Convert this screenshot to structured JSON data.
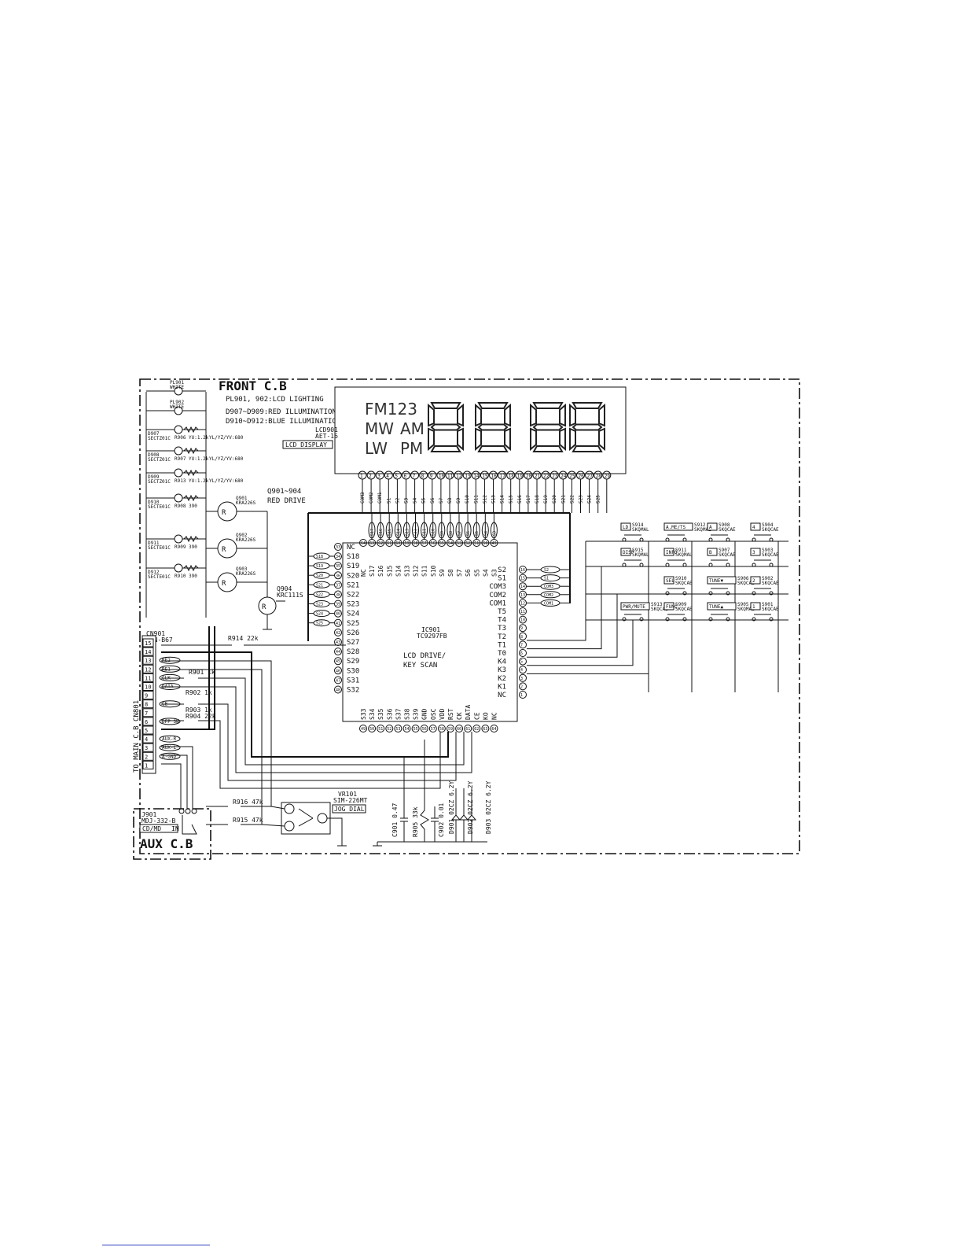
{
  "boards": {
    "front": "FRONT C.B",
    "aux": "AUX C.B",
    "to_main": "TO MAIN C.B CN801"
  },
  "notes": {
    "lighting": "PL901, 902:LCD LIGHTING",
    "red": "D907~D909:RED ILLUMINATION",
    "blue": "D910~D912:BLUE ILLUMINATION",
    "red_drive_ref": "Q901~904",
    "red_drive_label": "RED DRIVE"
  },
  "lcd": {
    "ref": "LCD901",
    "part": "AET-16",
    "label": "LCD DISPLAY",
    "text_rows": [
      [
        "FM123",
        ""
      ],
      [
        "MW",
        "AM"
      ],
      [
        "LW",
        "PM"
      ]
    ],
    "pins": [
      "1",
      "2",
      "3",
      "4",
      "5",
      "6",
      "7",
      "8",
      "9",
      "10",
      "11",
      "12",
      "13",
      "14",
      "15",
      "16",
      "17",
      "18",
      "19",
      "20",
      "21",
      "22",
      "23",
      "24",
      "25",
      "26",
      "27",
      "28",
      "29"
    ],
    "pin_signals": [
      "COM3",
      "COM2",
      "COM1",
      "S1",
      "S2",
      "S3",
      "S4",
      "S5",
      "S6",
      "S7",
      "S8",
      "S9",
      "S10",
      "S11",
      "S12",
      "S13",
      "S14",
      "S15",
      "S16",
      "S17",
      "S18",
      "S19",
      "S20",
      "S21",
      "S22",
      "S23",
      "S24",
      "S25"
    ]
  },
  "ic": {
    "ref": "IC901",
    "part": "TC9297FB",
    "function_line1": "LCD DRIVE/",
    "function_line2": "KEY SCAN",
    "top_pins": [
      "NC",
      "S17",
      "S16",
      "S15",
      "S14",
      "S13",
      "S12",
      "S11",
      "S10",
      "S9",
      "S8",
      "S7",
      "S6",
      "S5",
      "S4",
      "S3"
    ],
    "top_nums": [
      "64",
      "63",
      "62",
      "61",
      "60",
      "59",
      "58",
      "57",
      "56",
      "55",
      "54",
      "53",
      "52",
      "51",
      "50",
      "49"
    ],
    "left_pins": [
      "NC",
      "S18",
      "S19",
      "S20",
      "S21",
      "S22",
      "S23",
      "S24",
      "S25",
      "S26",
      "S27",
      "S28",
      "S29",
      "S30",
      "S31",
      "S32"
    ],
    "left_nums": [
      "33",
      "34",
      "35",
      "36",
      "37",
      "38",
      "39",
      "40",
      "41",
      "42",
      "43",
      "44",
      "45",
      "46",
      "47",
      "48"
    ],
    "right_pins": [
      "S2",
      "S1",
      "COM3",
      "COM2",
      "COM1",
      "T5",
      "T4",
      "T3",
      "T2",
      "T1",
      "T0",
      "K4",
      "K3",
      "K2",
      "K1",
      "NC"
    ],
    "right_nums": [
      "16",
      "15",
      "14",
      "13",
      "12",
      "11",
      "10",
      "9",
      "8",
      "7",
      "6",
      "5",
      "4",
      "3",
      "2",
      "1"
    ],
    "bottom_pins": [
      "S33",
      "S34",
      "S35",
      "S36",
      "S37",
      "S38",
      "S39",
      "GND",
      "OSC",
      "VDD",
      "RST",
      "CK",
      "DATA",
      "CE",
      "KO",
      "NC"
    ],
    "bottom_nums": [
      "49",
      "50",
      "51",
      "52",
      "53",
      "54",
      "55",
      "56",
      "57",
      "58",
      "59",
      "60",
      "61",
      "62",
      "63",
      "64"
    ],
    "left_bubbles": [
      "S18",
      "S19",
      "S20",
      "S21",
      "S22",
      "S23",
      "S24",
      "S25"
    ],
    "top_bubbles": [
      "S17",
      "S16",
      "S15",
      "S14",
      "S13",
      "S12",
      "S11",
      "S10",
      "S9",
      "S8",
      "S7",
      "S6",
      "S5",
      "S4",
      "S3"
    ],
    "right_bubbles": [
      "S2",
      "S1",
      "COM3",
      "COM2",
      "COM1"
    ]
  },
  "leds": [
    {
      "ref": "PL901",
      "part": "WHITE"
    },
    {
      "ref": "PL902",
      "part": "WHITE"
    },
    {
      "ref": "D907",
      "part": "SECTZ01C",
      "res": "R906 YU:1.2k",
      "var": "YL/YZ/YV:680"
    },
    {
      "ref": "D908",
      "part": "SECTZ01C",
      "res": "R907 YU:1.2k",
      "var": "YL/YZ/YV:680"
    },
    {
      "ref": "D909",
      "part": "SECTZ01C",
      "res": "R913 YU:1.2k",
      "var": "YL/YZ/YV:680"
    },
    {
      "ref": "D910",
      "part": "SECTE01C",
      "res": "R908 390"
    },
    {
      "ref": "D911",
      "part": "SECTE01C",
      "res": "R909 390"
    },
    {
      "ref": "D912",
      "part": "SECTE01C",
      "res": "R910 390"
    }
  ],
  "transistors": [
    {
      "ref": "Q901",
      "part": "KRA226S"
    },
    {
      "ref": "Q902",
      "part": "KRA226S"
    },
    {
      "ref": "Q903",
      "part": "KRA226S"
    },
    {
      "ref": "Q904",
      "part": "KRC111S"
    }
  ],
  "connector": {
    "ref": "CN901",
    "part": "CAN-B67",
    "pins": [
      "15",
      "14",
      "13",
      "12",
      "11",
      "10",
      "9",
      "8",
      "7",
      "6",
      "5",
      "4",
      "3",
      "2",
      "1"
    ],
    "signals": [
      "",
      "",
      "RE2",
      "RE1",
      "CLK",
      "DATA",
      "",
      "CE",
      "",
      "DFP SW",
      "",
      "AUX-R",
      "AUX-L",
      "A-GND",
      ""
    ]
  },
  "resistors": [
    {
      "ref": "R914",
      "val": "22k"
    },
    {
      "ref": "R901",
      "val": "1k"
    },
    {
      "ref": "R902",
      "val": "1k"
    },
    {
      "ref": "R903",
      "val": "1k"
    },
    {
      "ref": "R904",
      "val": "22k"
    },
    {
      "ref": "R916",
      "val": "47k"
    },
    {
      "ref": "R915",
      "val": "47k"
    },
    {
      "ref": "R905",
      "val": "33k"
    }
  ],
  "aux": {
    "ref": "J901",
    "part": "MDJ-332-B",
    "label": "CD/MD",
    "pin": "IN"
  },
  "jog": {
    "ref": "VR101",
    "part": "SIM-226MT",
    "label": "JOG DIAL"
  },
  "caps": [
    {
      "ref": "C901",
      "val": "0.47"
    },
    {
      "ref": "C902",
      "val": "0.01"
    }
  ],
  "diodes": [
    {
      "ref": "D901",
      "part": "02CZ 6.2Y"
    },
    {
      "ref": "D902",
      "part": "02CZ 6.2Y"
    },
    {
      "ref": "D903",
      "part": "02CZ 6.2Y"
    }
  ],
  "switches": [
    [
      {
        "key": "LD",
        "ref": "S914",
        "part": "SKQMAL"
      },
      {
        "key": "A.ME/TS",
        "ref": "S912",
        "part": "SKQMAL"
      },
      {
        "key": "A",
        "ref": "S908",
        "part": "SKQCAE"
      },
      {
        "key": "4",
        "ref": "S904",
        "part": "SKQCAE"
      }
    ],
    [
      {
        "key": "DISP",
        "ref": "S915",
        "part": "SKQMAL"
      },
      {
        "key": "INFO",
        "ref": "S911",
        "part": "SKQMAL"
      },
      {
        "key": "B",
        "ref": "S907",
        "part": "SKQCAE"
      },
      {
        "key": "3",
        "ref": "S903",
        "part": "SKQCAE"
      }
    ],
    [
      null,
      {
        "key": "SEL",
        "ref": "S910",
        "part": "SKQCAE"
      },
      {
        "key": "TUNE▼",
        "ref": "S906",
        "part": "SKQCAE"
      },
      {
        "key": "2",
        "ref": "S902",
        "part": "SKQCAE"
      }
    ],
    [
      {
        "key": "PWR/MUTE",
        "ref": "S913",
        "part": "SKQCAE"
      },
      {
        "key": "FUNC",
        "ref": "S909",
        "part": "SKQCAE"
      },
      {
        "key": "TUNE▲",
        "ref": "S905",
        "part": "SKQMAL"
      },
      {
        "key": "1",
        "ref": "S901",
        "part": "SKQCAE"
      }
    ]
  ]
}
